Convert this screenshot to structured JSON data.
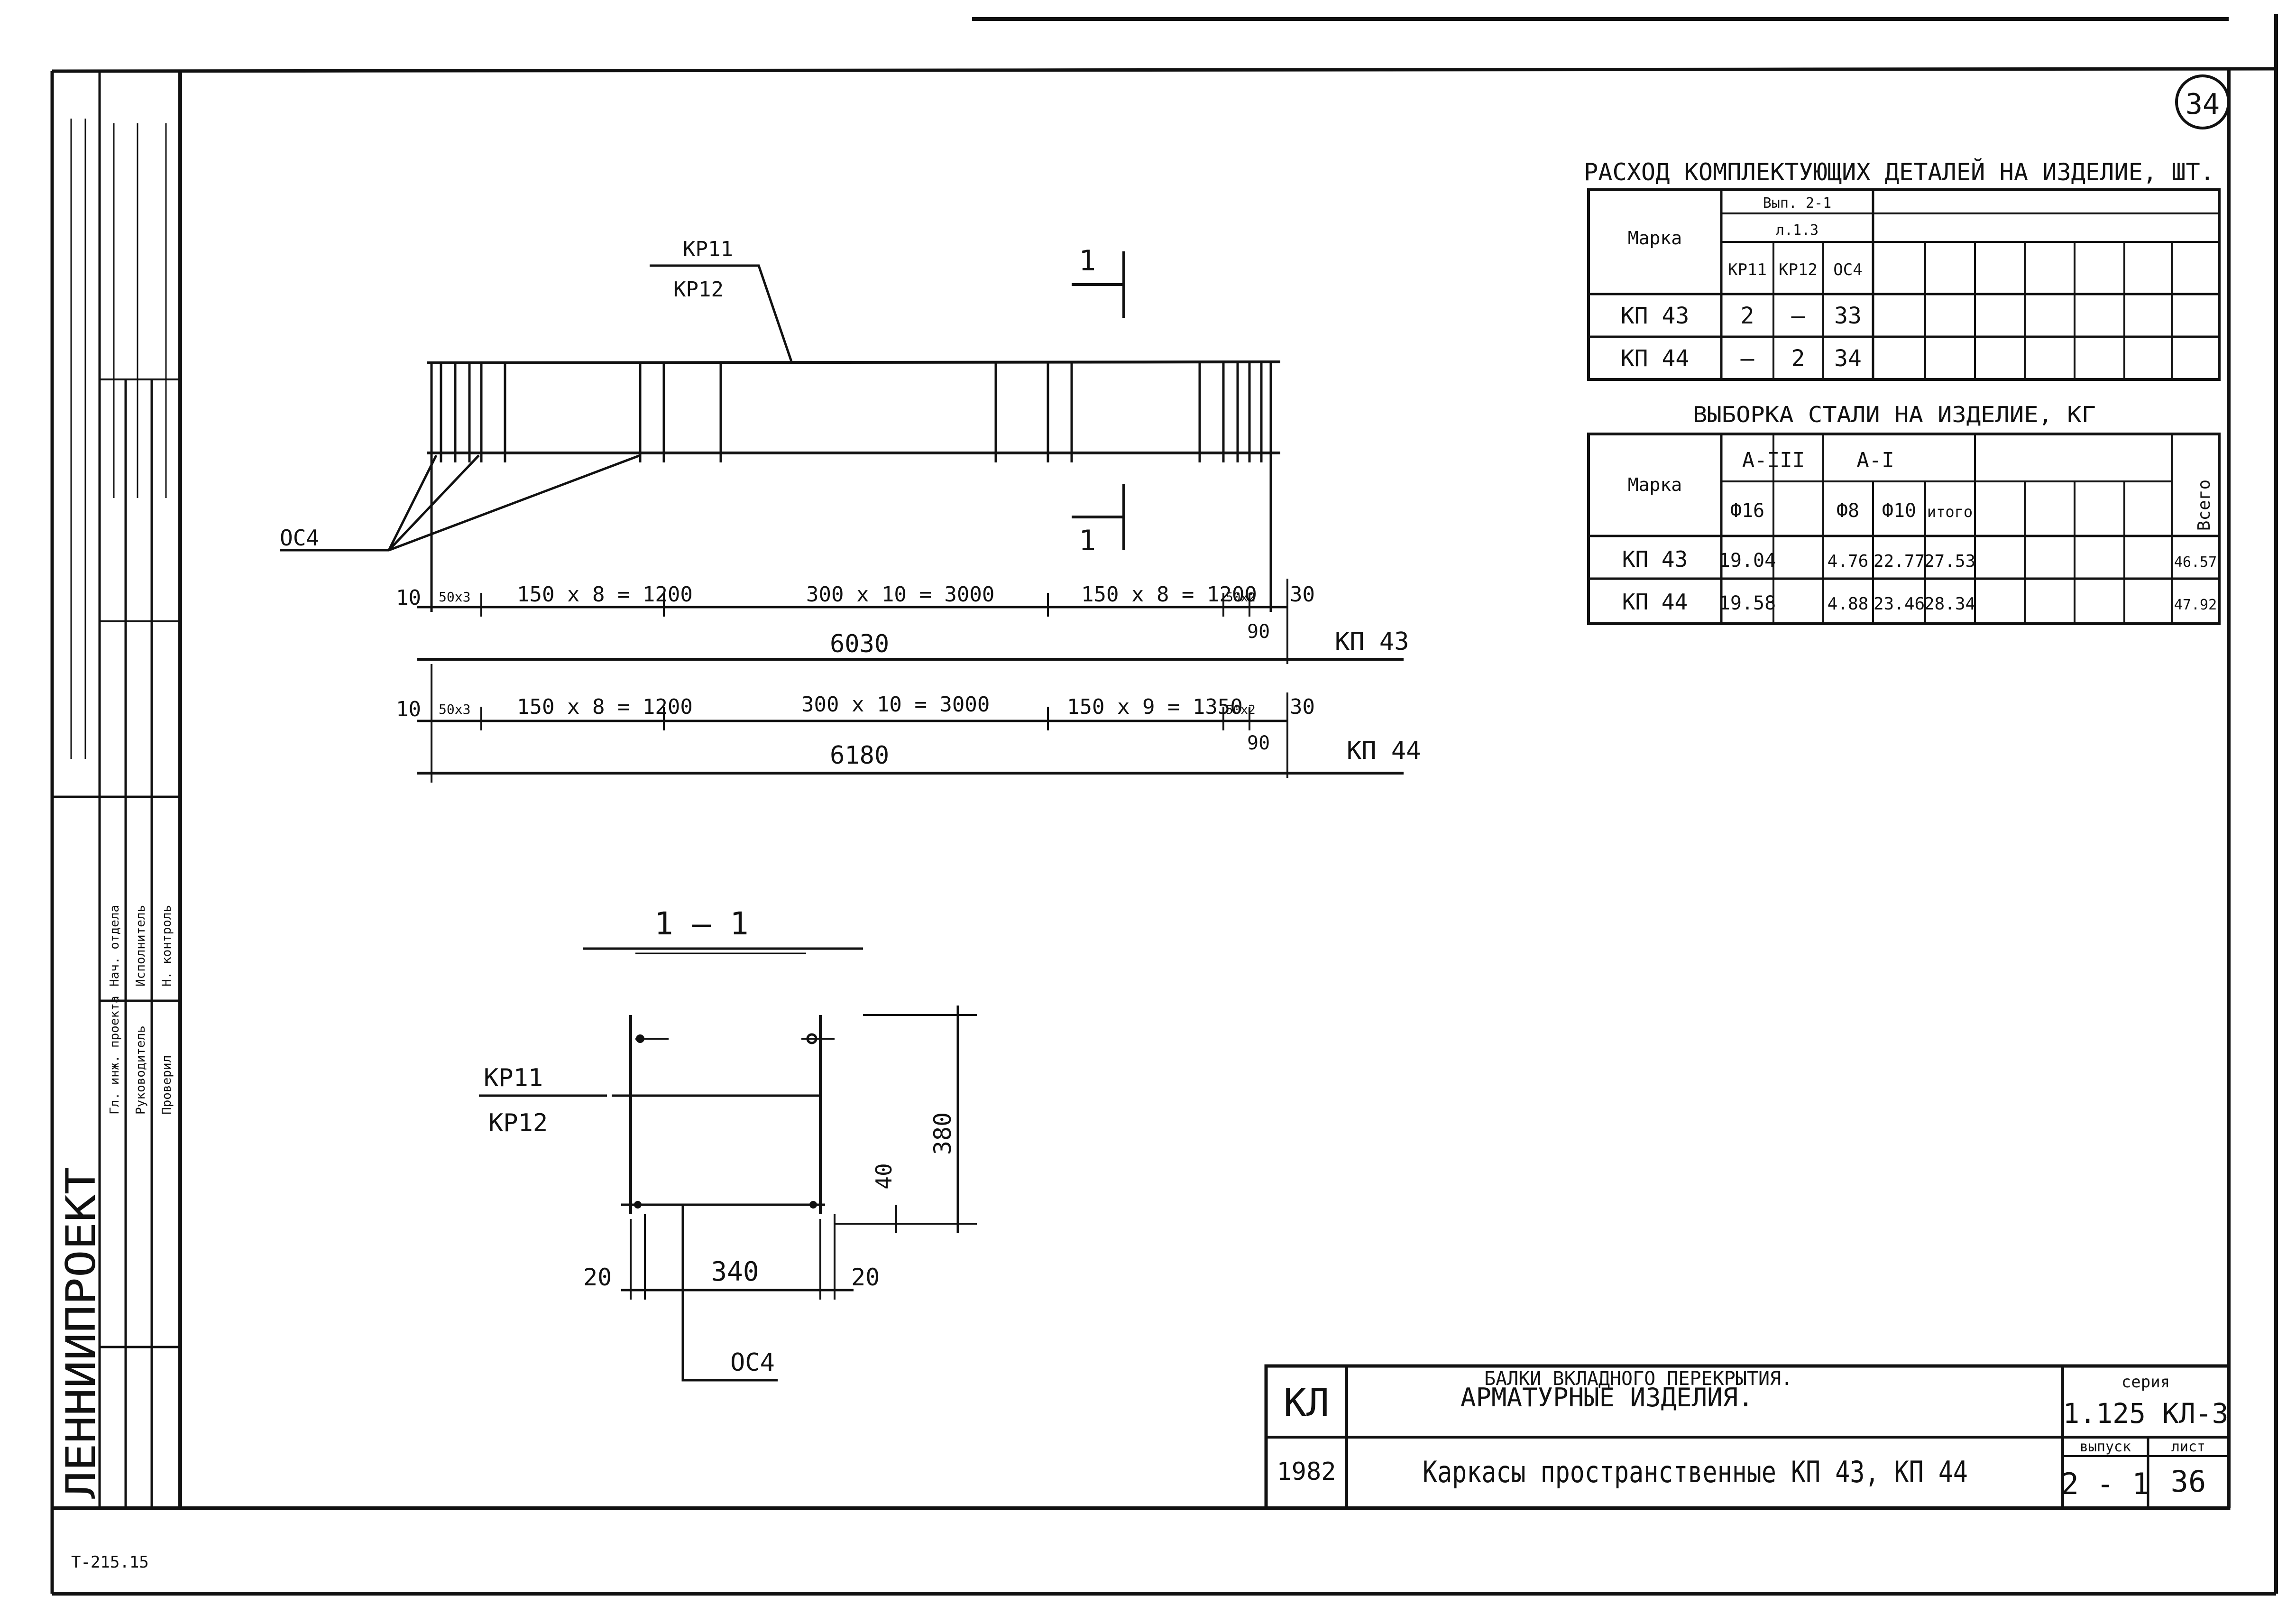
{
  "sheet_number_circled": "34",
  "table1": {
    "title": "РАСХОД КОМПЛЕКТУЮЩИХ ДЕТАЛЕЙ НА ИЗДЕЛИЕ, ШТ.",
    "col_marka": "Марка",
    "group_header_1": "Вып. 2-1",
    "group_header_2": "л.1.3",
    "cols": [
      "КР11",
      "КР12",
      "ОС4"
    ],
    "rows": [
      {
        "marka": "КП 43",
        "values": [
          "2",
          "—",
          "33"
        ]
      },
      {
        "marka": "КП 44",
        "values": [
          "—",
          "2",
          "34"
        ]
      }
    ]
  },
  "table2": {
    "title": "ВЫБОРКА СТАЛИ НА ИЗДЕЛИЕ, КГ",
    "col_marka": "Марка",
    "group_aiii": "А-III",
    "group_ai": "А-I",
    "cols": [
      "Ф16",
      "Ф8",
      "Ф10",
      "итого"
    ],
    "col_total": "Всего",
    "rows": [
      {
        "marka": "КП 43",
        "f16": "19.04",
        "f8": "4.76",
        "f10": "22.77",
        "itogo": "27.53",
        "vsego": "46.57"
      },
      {
        "marka": "КП 44",
        "f16": "19.58",
        "f8": "4.88",
        "f10": "23.46",
        "itogo": "28.34",
        "vsego": "47.92"
      }
    ]
  },
  "elevation": {
    "label_top_1": "КР11",
    "label_top_2": "КР12",
    "label_left": "ОС4",
    "section_mark": "1",
    "kp43": {
      "dims": [
        "10",
        "50x3",
        "150 x 8 = 1200",
        "300 x 10 = 3000",
        "150 x 8 = 1200",
        "50x2",
        "30",
        "90"
      ],
      "total": "6030",
      "mark": "КП 43"
    },
    "kp44": {
      "dims": [
        "10",
        "50x3",
        "150 x 8 = 1200",
        "300 x 10 = 3000",
        "150 x 9 = 1350",
        "50x2",
        "30",
        "90"
      ],
      "total": "6180",
      "mark": "КП 44"
    }
  },
  "section": {
    "title": "1 — 1",
    "label_1": "КР11",
    "label_2": "КР12",
    "label_bottom": "ОС4",
    "dim_height": "380",
    "dim_40": "40",
    "dim_width": "340",
    "dim_left": "20",
    "dim_right": "20"
  },
  "left_strip": {
    "org": "ЛЕННИИПРОЕКТ",
    "small_texts": [
      "Гл. инж. проекта",
      "Нач. отдела",
      "Руководитель",
      "Исполнитель",
      "Проверил",
      "Н. контроль"
    ]
  },
  "title_block": {
    "code": "КЛ",
    "year": "1982",
    "header_small": "БАЛКИ ВКЛАДНОГО ПЕРЕКРЫТИЯ.",
    "header_main": "АРМАТУРНЫЕ ИЗДЕЛИЯ.",
    "title": "Каркасы пространственные КП 43, КП 44",
    "seria_label": "серия",
    "seria_value": "1.125 КЛ-3",
    "vypusk_label": "выпуск",
    "vypusk_value": "2 - 1",
    "list_label": "лист",
    "list_value": "36"
  },
  "footer_code": "Т-215.15"
}
